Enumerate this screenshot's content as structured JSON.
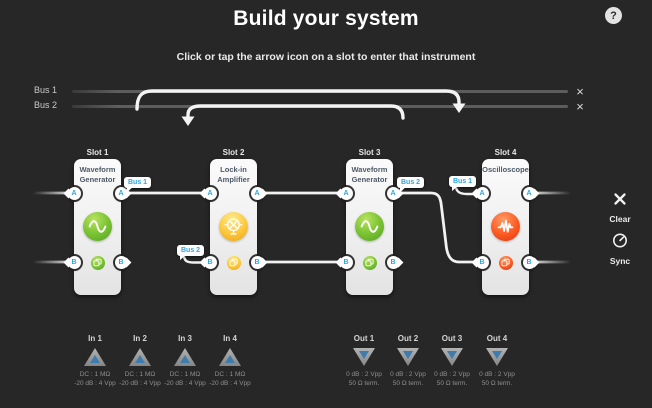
{
  "header": {
    "title": "Build your system",
    "subtitle": "Click or tap the arrow icon on a slot to enter that instrument",
    "help_glyph": "?"
  },
  "buses": [
    {
      "label": "Bus 1",
      "close_glyph": "×"
    },
    {
      "label": "Bus 2",
      "close_glyph": "×"
    }
  ],
  "port_letters": {
    "a": "A",
    "b": "B"
  },
  "slots": [
    {
      "label": "Slot 1",
      "instrument": "Waveform Generator",
      "theme": "green"
    },
    {
      "label": "Slot 2",
      "instrument": "Lock-in Amplifier",
      "theme": "amber"
    },
    {
      "label": "Slot 3",
      "instrument": "Waveform Generator",
      "theme": "green"
    },
    {
      "label": "Slot 4",
      "instrument": "Oscilloscope",
      "theme": "red"
    }
  ],
  "bus_tags": [
    {
      "label": "Bus 1",
      "attached_to": "slot1-output-a"
    },
    {
      "label": "Bus 2",
      "attached_to": "slot2-input-b"
    },
    {
      "label": "Bus 2",
      "attached_to": "slot3-output-a"
    },
    {
      "label": "Bus 1",
      "attached_to": "slot4-input-a"
    }
  ],
  "connections": [
    {
      "from": "slot1-output-a",
      "to": "slot2-input-a",
      "via": "direct"
    },
    {
      "from": "slot2-output-a",
      "to": "slot3-input-a",
      "via": "direct"
    },
    {
      "from": "slot2-output-b",
      "to": "slot3-input-b",
      "via": "direct"
    },
    {
      "from": "slot3-output-a",
      "to": "slot4-input-b",
      "via": "direct"
    },
    {
      "from": "slot1-output-a",
      "to": "slot4-input-a",
      "via": "Bus 1"
    },
    {
      "from": "slot3-output-a",
      "to": "slot2-input-b",
      "via": "Bus 2"
    }
  ],
  "actions": {
    "clear": "Clear",
    "sync": "Sync"
  },
  "analog_inputs": [
    {
      "label": "In 1",
      "spec_line1": "DC : 1 MΩ",
      "spec_line2": "-20 dB : 4 Vpp"
    },
    {
      "label": "In 2",
      "spec_line1": "DC : 1 MΩ",
      "spec_line2": "-20 dB : 4 Vpp"
    },
    {
      "label": "In 3",
      "spec_line1": "DC : 1 MΩ",
      "spec_line2": "-20 dB : 4 Vpp"
    },
    {
      "label": "In 4",
      "spec_line1": "DC : 1 MΩ",
      "spec_line2": "-20 dB : 4 Vpp"
    }
  ],
  "analog_outputs": [
    {
      "label": "Out 1",
      "spec_line1": "0 dB : 2 Vpp",
      "spec_line2": "50 Ω term."
    },
    {
      "label": "Out 2",
      "spec_line1": "0 dB : 2 Vpp",
      "spec_line2": "50 Ω term."
    },
    {
      "label": "Out 3",
      "spec_line1": "0 dB : 2 Vpp",
      "spec_line2": "50 Ω term."
    },
    {
      "label": "Out 4",
      "spec_line1": "0 dB : 2 Vpp",
      "spec_line2": "50 Ω term."
    }
  ],
  "colors": {
    "background": "#272727",
    "accent_blue": "#2aa7e0",
    "green": "#6ab52e",
    "amber": "#f7b432",
    "red": "#f04e23",
    "bus_gray": "#5d5d5d",
    "route_white": "#f5f5f5"
  }
}
